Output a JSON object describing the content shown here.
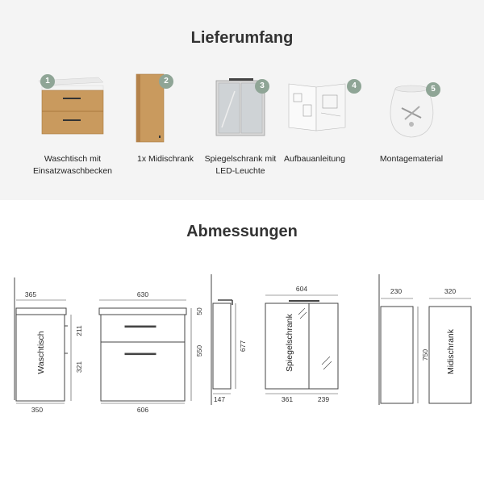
{
  "section1": {
    "title": "Lieferumfang"
  },
  "items": [
    {
      "num": "1",
      "label": "Waschtisch mit\nEinsatzwaschbecken",
      "icon": "vanity-unit-icon"
    },
    {
      "num": "2",
      "label": "1x Midischrank",
      "icon": "midi-cabinet-icon"
    },
    {
      "num": "3",
      "label": "Spiegelschrank mit\nLED-Leuchte",
      "icon": "mirror-cabinet-icon"
    },
    {
      "num": "4",
      "label": "Aufbauanleitung",
      "icon": "instructions-booklet-icon"
    },
    {
      "num": "5",
      "label": "Montagematerial",
      "icon": "hardware-bag-icon"
    }
  ],
  "section2": {
    "title": "Abmessungen"
  },
  "dimensions": {
    "waschtisch": {
      "name": "Waschtisch",
      "top_depth": "365",
      "bottom_depth": "350",
      "upper_drawer": "211",
      "lower_drawer": "321"
    },
    "front": {
      "top_width": "630",
      "bottom_width": "606",
      "basin_height": "50",
      "body_height": "550"
    },
    "spiegel_side": {
      "height": "677",
      "depth": "147"
    },
    "spiegel_front": {
      "name": "Spiegelschrank",
      "width": "604",
      "left_width": "361",
      "right_width": "239"
    },
    "midi_side": {
      "depth": "230",
      "height": "750"
    },
    "midi_front": {
      "name": "Midischrank",
      "width": "320"
    }
  },
  "colors": {
    "badge": "#8fa596",
    "wood": "#c99a5e",
    "line": "#444444"
  }
}
